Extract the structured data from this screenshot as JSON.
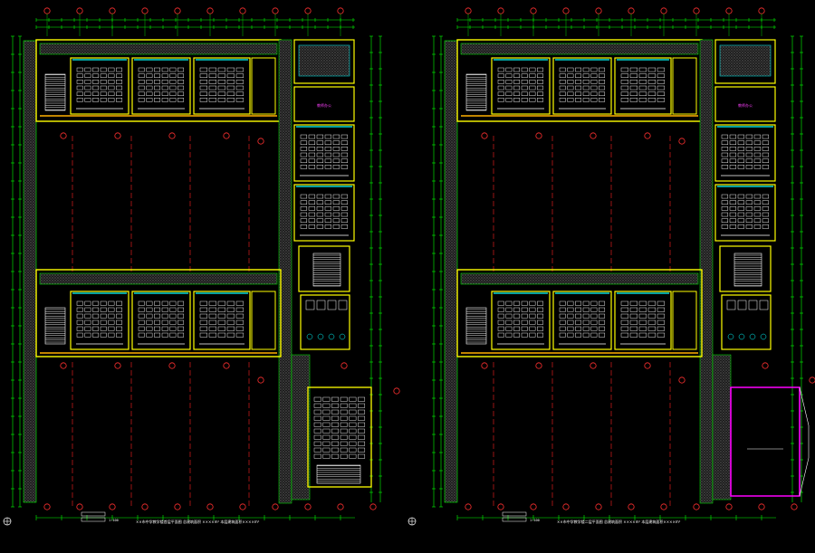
{
  "colors": {
    "background": "#000000",
    "wall": "#ffff00",
    "wall_alt": "#ffb000",
    "dimension": "#00ff00",
    "grid_axis": "#ff2020",
    "window": "#00ffff",
    "furniture": "#ffffff",
    "label": "#ff40ff",
    "hatch": "#c0c0c0",
    "bubble": "#ff3030",
    "canopy": "#ff00ff"
  },
  "plans": [
    {
      "id": "plan-left",
      "room_label_upper": "教师办公",
      "caption_scale": "1:100",
      "caption_main": "××市中学教学楼首层平面图 总建筑面积 ××××m² 本层建筑面积××××m²",
      "lower_block": "classroom"
    },
    {
      "id": "plan-right",
      "room_label_upper": "教师办公",
      "caption_scale": "1:100",
      "caption_main": "××市中学教学楼二层平面图 总建筑面积 ××××m² 本层建筑面积××××m²",
      "lower_block": "canopy"
    }
  ],
  "icons": {
    "north_marker": "crosshair-icon",
    "axis_bubble": "axis-bubble-icon"
  }
}
